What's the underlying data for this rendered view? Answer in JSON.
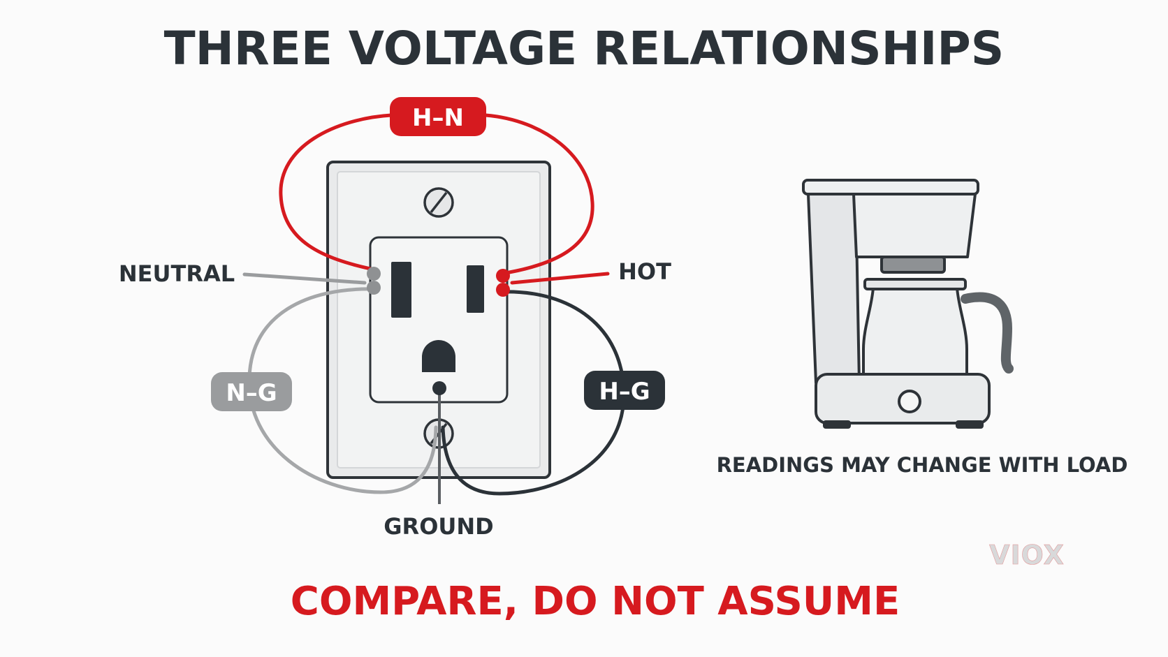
{
  "title": "THREE VOLTAGE RELATIONSHIPS",
  "pairs": {
    "hot_neutral": "H–N",
    "neutral_ground": "N–G",
    "hot_ground": "H–G"
  },
  "terminals": {
    "neutral": "NEUTRAL",
    "hot": "HOT",
    "ground": "GROUND"
  },
  "appliance_note": "READINGS MAY CHANGE WITH LOAD",
  "footer": "COMPARE, DO NOT ASSUME",
  "logo": "VIOX",
  "colors": {
    "hot": "#d61a1f",
    "neutral": "#9a9c9e",
    "ground": "#2b3238",
    "text": "#2b3238"
  }
}
